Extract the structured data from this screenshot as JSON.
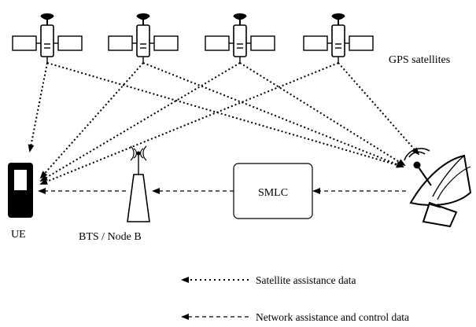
{
  "labels": {
    "satellites": "GPS satellites",
    "ue": "UE",
    "bts": "BTS / Node B",
    "smlc": "SMLC"
  },
  "legend": {
    "satellite_assistance": "Satellite assistance data",
    "network_assistance": "Network assistance and control data"
  },
  "icons": {
    "satellite": "satellite-icon",
    "phone": "mobile-phone-icon",
    "tower": "antenna-tower-icon",
    "dish": "satellite-dish-icon"
  }
}
